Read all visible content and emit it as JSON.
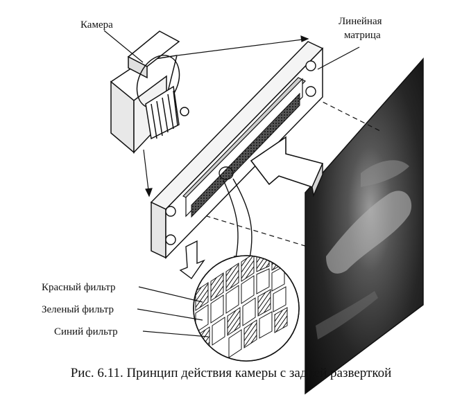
{
  "labels": {
    "camera": "Камера",
    "linear_matrix_line1": "Линейная",
    "linear_matrix_line2": "матрица",
    "red_filter": "Красный фильтр",
    "green_filter": "Зеленый фильтр",
    "blue_filter": "Синий фильтр"
  },
  "caption": "Рис. 6.11. Принцип действия камеры с задней разверткой"
}
